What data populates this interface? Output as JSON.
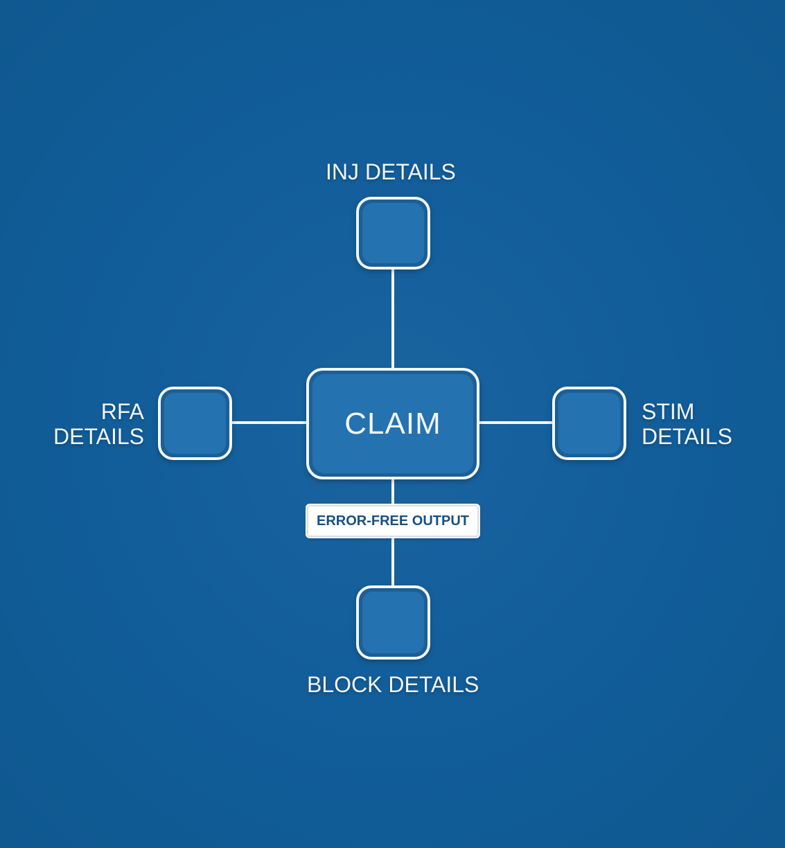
{
  "diagram": {
    "center": {
      "label": "CLAIM"
    },
    "output_badge": {
      "label": "ERROR-FREE OUTPUT"
    },
    "nodes": {
      "top": {
        "label": "INJ DETAILS"
      },
      "left": {
        "label_line1": "RFA",
        "label_line2": "DETAILS"
      },
      "right": {
        "label_line1": "STIM",
        "label_line2": "DETAILS"
      },
      "bottom": {
        "label": "BLOCK DETAILS"
      }
    },
    "colors": {
      "background": "#115d99",
      "node_fill": "#2472b0",
      "stroke": "#f4f7fa",
      "badge_text": "#174f80"
    }
  }
}
